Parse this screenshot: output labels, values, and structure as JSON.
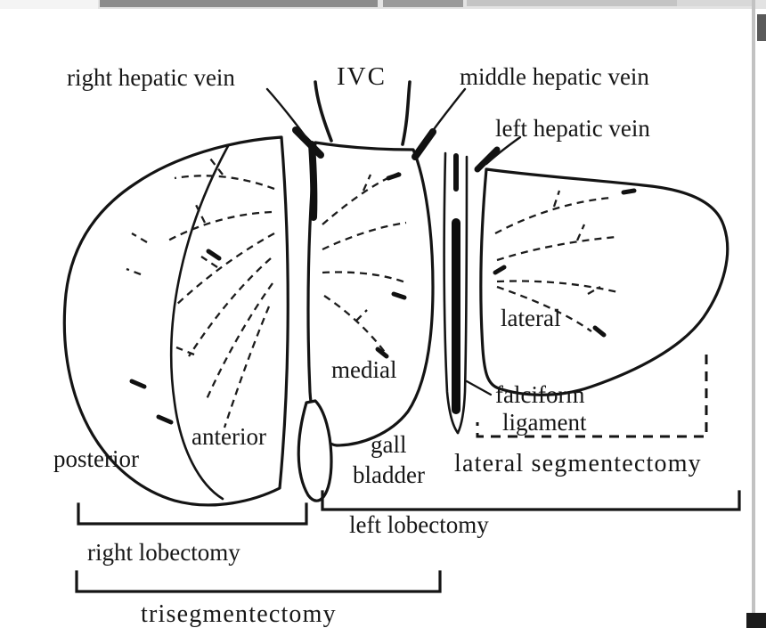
{
  "labels": {
    "right_hepatic_vein": "right hepatic vein",
    "ivc": "IVC",
    "middle_hepatic_vein": "middle hepatic vein",
    "left_hepatic_vein": "left hepatic vein",
    "lateral": "lateral",
    "medial": "medial",
    "falciform_line1": "falciform",
    "falciform_line2": "ligament",
    "anterior": "anterior",
    "posterior": "posterior",
    "gall_line1": "gall",
    "gall_line2": "bladder",
    "lateral_segmentectomy": "lateral segmentectomy",
    "left_lobectomy": "left lobectomy",
    "right_lobectomy": "right lobectomy",
    "trisegmentectomy": "trisegmentectomy"
  },
  "colors": {
    "ink": "#161616",
    "paper": "#ffffff",
    "scan_gray": "#8c8c8c"
  }
}
